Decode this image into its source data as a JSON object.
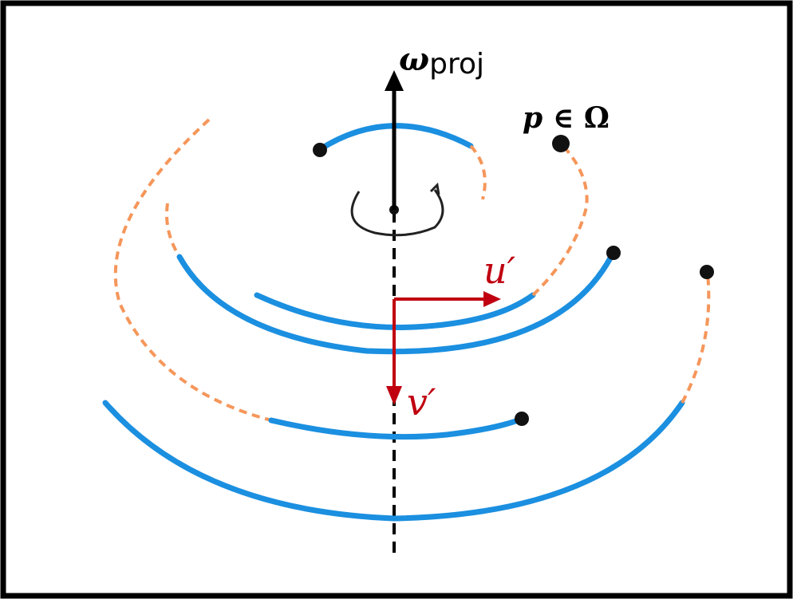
{
  "labels": {
    "omega_symbol": "ω",
    "omega_subscript": "proj",
    "point_p": "p",
    "point_in": " ∈ Ω",
    "axis_u": "u′",
    "axis_v": "v′"
  },
  "colors": {
    "border": "#000000",
    "background": "#ffffff",
    "arc_solid": "#1b8fe0",
    "arc_dashed": "#f5965a",
    "axis_red": "#c00010",
    "axis_black": "#000000"
  }
}
